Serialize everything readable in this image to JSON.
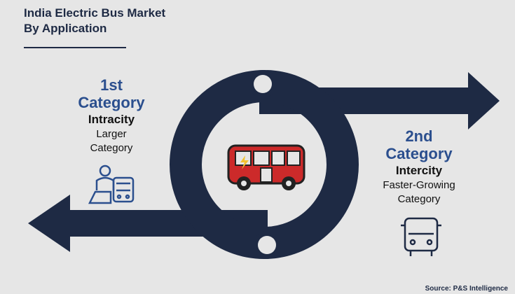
{
  "title": {
    "line1": "India Electric Bus Market",
    "line2": "By Application"
  },
  "first": {
    "rank": "1st",
    "word": "Category",
    "name": "Intracity",
    "desc1": "Larger",
    "desc2": "Category",
    "icon": "commuter-with-train-icon"
  },
  "second": {
    "rank": "2nd",
    "word": "Category",
    "name": "Intercity",
    "desc1": "Faster-Growing",
    "desc2": "Category",
    "icon": "bus-front-icon"
  },
  "center_icon": "electric-bus-icon",
  "source": "Source: P&S Intelligence",
  "colors": {
    "background": "#e6e6e6",
    "navy": "#1e2a44",
    "blue_text": "#2b4f8e",
    "bus_red": "#cc2a2a"
  }
}
